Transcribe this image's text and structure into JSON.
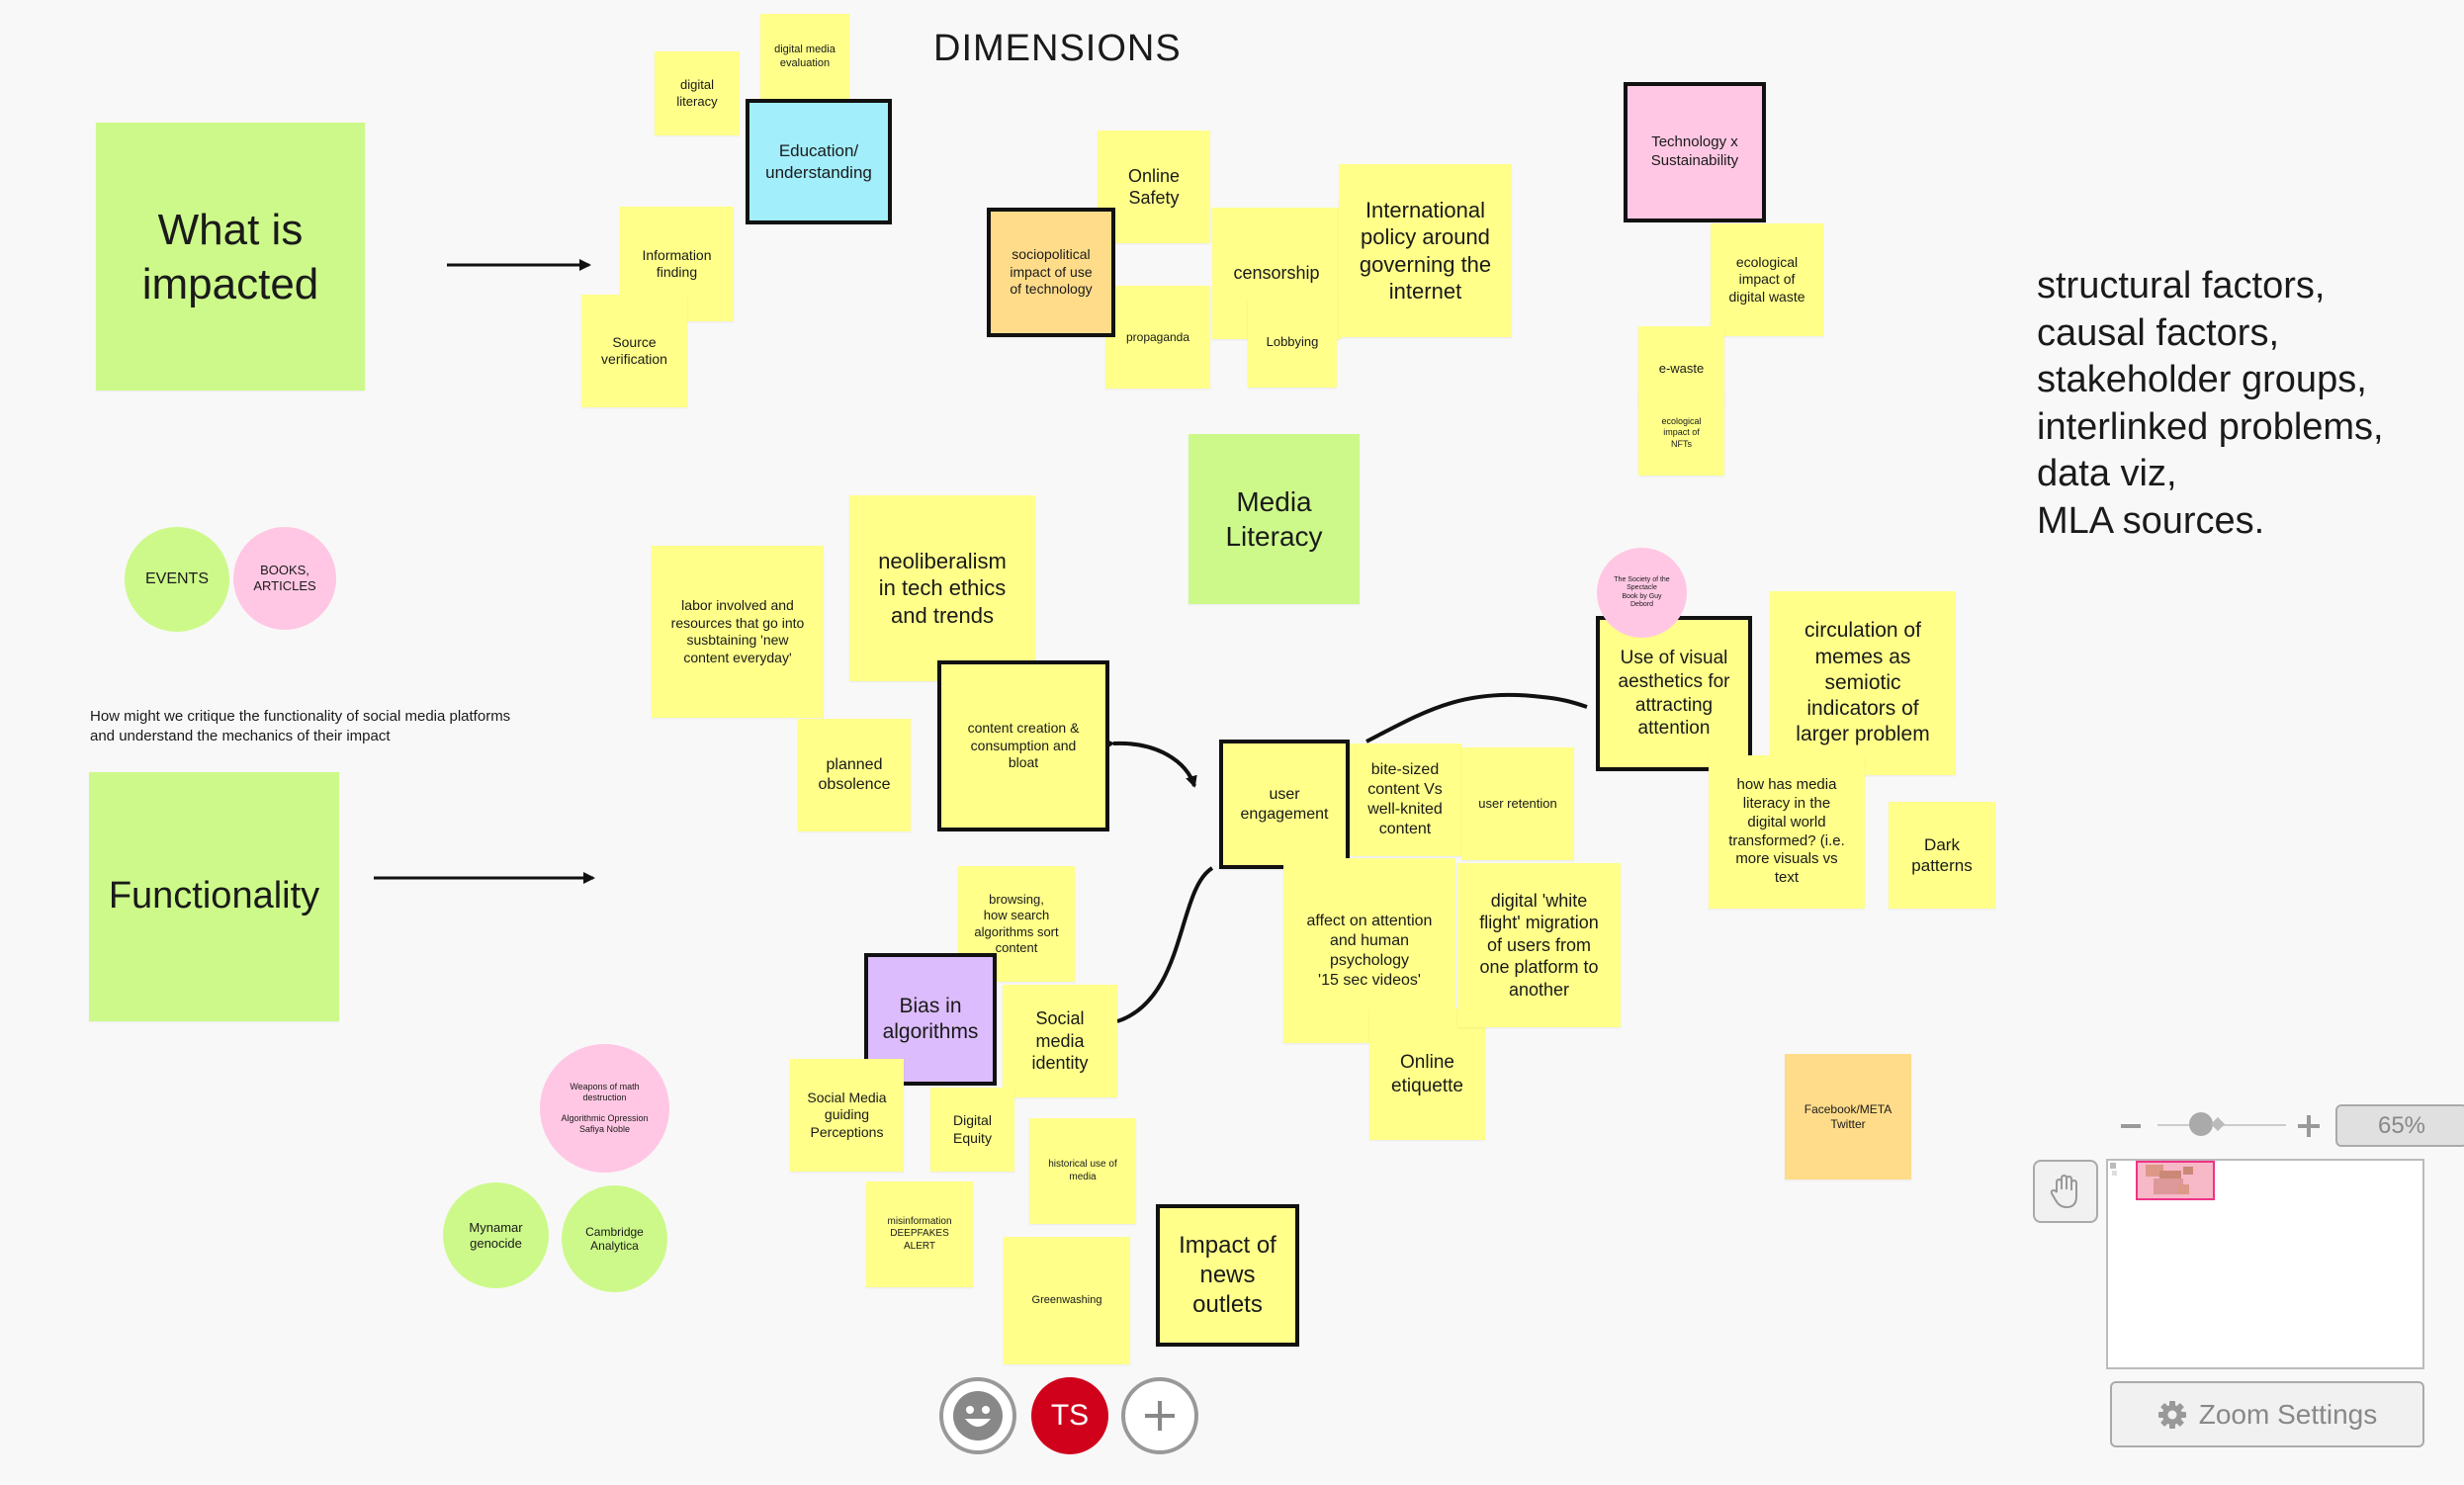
{
  "board_title": "DIMENSIONS",
  "headers": {
    "impacted": "What is\nimpacted",
    "functionality": "Functionality",
    "media_literacy": "Media\nLiteracy"
  },
  "legend": {
    "events": "EVENTS",
    "books": "BOOKS,\nARTICLES"
  },
  "question": "How might we critique the functionality of social media platforms\nand understand the mechanics of their impact",
  "side_text": "structural factors,\ncausal factors,\nstakeholder groups,\ninterlinked problems,\ndata viz,\nMLA sources.",
  "notes": {
    "digital_media_evaluation": "digital media\nevaluation",
    "digital_literacy": "digital\nliteracy",
    "education": "Education/\nunderstanding",
    "information_finding": "Information\nfinding",
    "source_verification": "Source\nverification",
    "online_safety": "Online\nSafety",
    "sociopolitical": "sociopolitical\nimpact of use\nof technology",
    "propaganda": "propaganda",
    "censorship": "censorship",
    "lobbying": "Lobbying",
    "international_policy": "International\npolicy around\ngoverning the\ninternet",
    "tech_sustainability": "Technology x\nSustainability",
    "ecological_waste": "ecological\nimpact of\ndigital waste",
    "ewaste": "e-waste",
    "ecological_nfts": "ecological\nimpact of\nNFTs",
    "labor": "labor involved and\nresources that go into\nsusbtaining 'new\ncontent everyday'",
    "neoliberalism": "neoliberalism\nin tech ethics\nand trends",
    "planned_obsolence": "planned\nobsolence",
    "content_creation": "content creation &\nconsumption and\nbloat",
    "user_engagement": "user\nengagement",
    "bite_sized": "bite-sized\ncontent Vs\nwell-knited\ncontent",
    "user_retention": "user retention",
    "visual_aesthetics": "Use of visual\naesthetics for\nattracting\nattention",
    "memes": "circulation of\nmemes as\nsemiotic\nindicators of\nlarger problem",
    "media_literacy_transformed": "how has media\nliteracy in the\ndigital world\ntransformed? (i.e.\nmore visuals vs\ntext",
    "dark_patterns": "Dark\npatterns",
    "affect_attention": "affect on attention\nand human\npsychology\n'15 sec videos'",
    "white_flight": "digital 'white\nflight' migration\nof users from\none platform to\nanother",
    "online_etiquette": "Online\netiquette",
    "browsing": "browsing,\nhow search\nalgorithms sort\ncontent",
    "bias_algorithms": "Bias in\nalgorithms",
    "social_media_identity": "Social\nmedia\nidentity",
    "social_media_guiding": "Social Media\nguiding\nPerceptions",
    "digital_equity": "Digital\nEquity",
    "historical_media": "historical use of\nmedia",
    "misinformation": "misinformation\nDEEPFAKES\nALERT",
    "greenwashing": "Greenwashing",
    "impact_news": "Impact of\nnews\noutlets",
    "facebook_twitter": "Facebook/META\nTwitter"
  },
  "circles": {
    "society_spectacle": "The Society of the\nSpectacle\nBook by Guy\nDebord",
    "weapons_math": "Weapons of math\ndestruction\n\nAlgorithmic Opression\nSafiya Noble",
    "myanmar": "Mynamar\ngenocide",
    "cambridge": "Cambridge\nAnalytica"
  },
  "toolbar": {
    "avatar_initials": "TS",
    "avatar_color": "#d0021b"
  },
  "zoom": {
    "level": "65%",
    "settings_label": "Zoom Settings"
  },
  "colors": {
    "yellow": "#ffff8a",
    "green": "#cdf98a",
    "blue": "#a2eefb",
    "pink": "#ffc7e3",
    "orange": "#ffdc8a",
    "purple": "#dcbcfc"
  }
}
